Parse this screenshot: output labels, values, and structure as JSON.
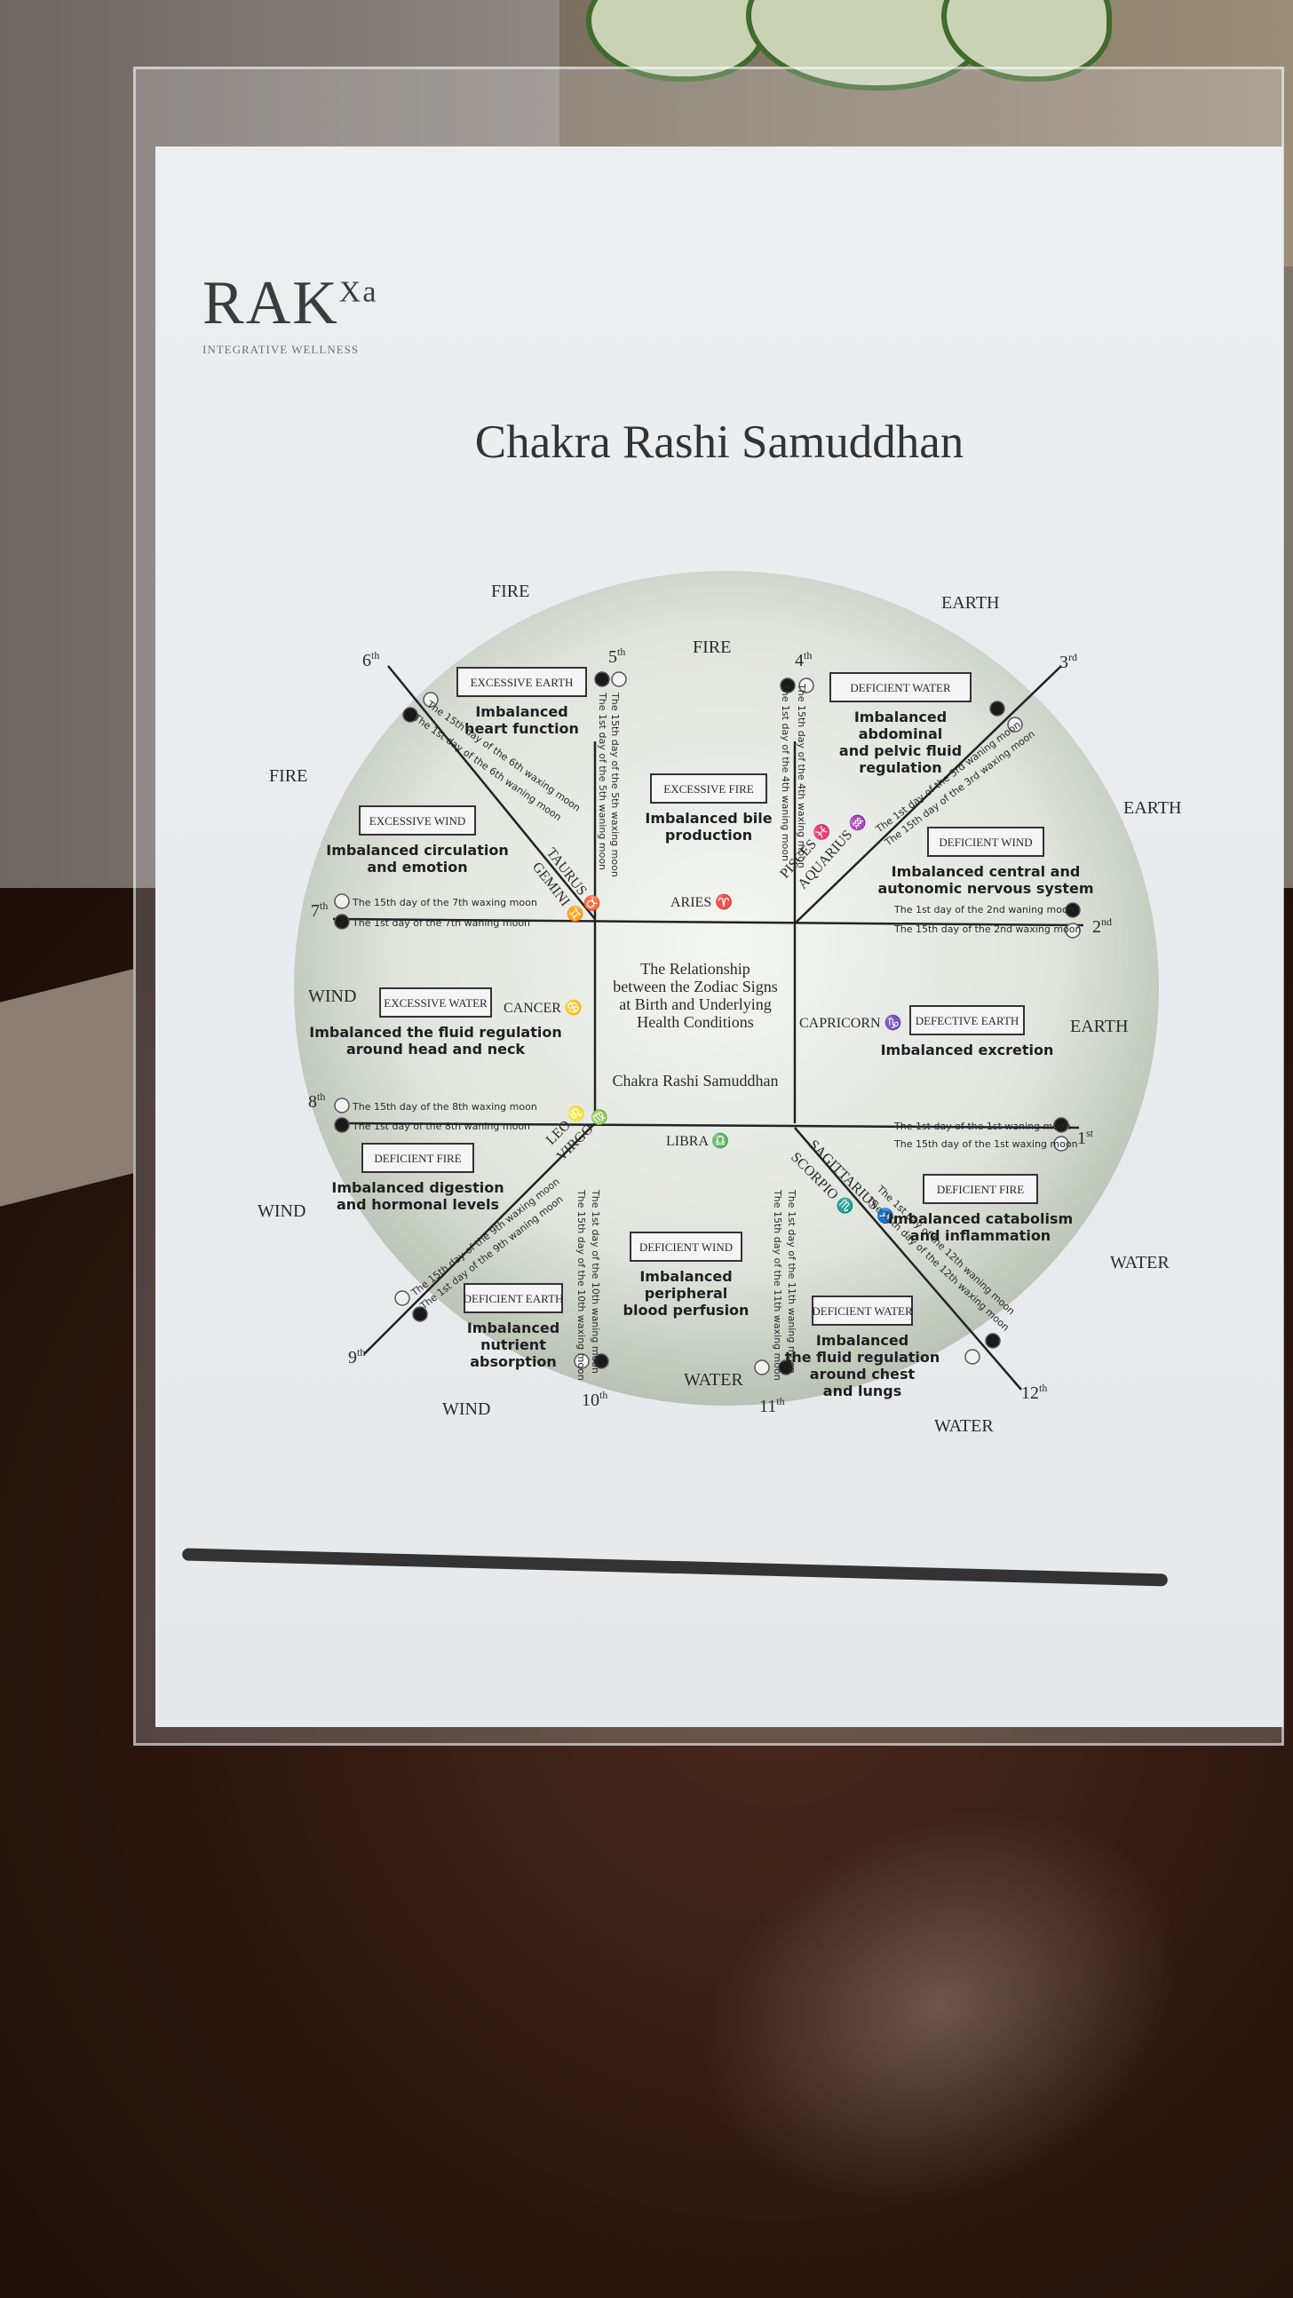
{
  "brand": {
    "name": "RAK",
    "superscript": "Xa",
    "tagline": "INTEGRATIVE WELLNESS"
  },
  "title": "Chakra Rashi Samuddhan",
  "center": {
    "lines": [
      "The Relationship",
      "between the Zodiac Signs",
      "at Birth and Underlying",
      "Health Conditions"
    ],
    "caption": "Chakra Rashi Samuddhan"
  },
  "elements_outer": [
    {
      "id": "fire-1",
      "label": "FIRE"
    },
    {
      "id": "earth-1",
      "label": "EARTH"
    },
    {
      "id": "fire-2",
      "label": "FIRE"
    },
    {
      "id": "earth-2",
      "label": "EARTH"
    },
    {
      "id": "wind-1",
      "label": "WIND"
    },
    {
      "id": "water-1",
      "label": "WATER"
    },
    {
      "id": "wind-2",
      "label": "WIND"
    },
    {
      "id": "water-2",
      "label": "WATER"
    }
  ],
  "elements_inner": [
    {
      "id": "fire-top",
      "label": "FIRE"
    },
    {
      "id": "wind-left",
      "label": "WIND"
    },
    {
      "id": "earth-right",
      "label": "EARTH"
    },
    {
      "id": "water-bottom",
      "label": "WATER"
    }
  ],
  "houses": [
    {
      "n": "1",
      "sup": "st"
    },
    {
      "n": "2",
      "sup": "nd"
    },
    {
      "n": "3",
      "sup": "rd"
    },
    {
      "n": "4",
      "sup": "th"
    },
    {
      "n": "5",
      "sup": "th"
    },
    {
      "n": "6",
      "sup": "th"
    },
    {
      "n": "7",
      "sup": "th"
    },
    {
      "n": "8",
      "sup": "th"
    },
    {
      "n": "9",
      "sup": "th"
    },
    {
      "n": "10",
      "sup": "th"
    },
    {
      "n": "11",
      "sup": "th"
    },
    {
      "n": "12",
      "sup": "th"
    }
  ],
  "signs": [
    {
      "id": "aries",
      "label": "ARIES ♈"
    },
    {
      "id": "libra",
      "label": "LIBRA ♎"
    },
    {
      "id": "cancer",
      "label": "CANCER ♋"
    },
    {
      "id": "capricorn",
      "label": "CAPRICORN ♑"
    },
    {
      "id": "taurus",
      "label": "TAURUS ♉"
    },
    {
      "id": "gemini",
      "label": "GEMINI ♊"
    },
    {
      "id": "pisces",
      "label": "PISCES ♓"
    },
    {
      "id": "aquarius",
      "label": "AQUARIUS ♒"
    },
    {
      "id": "leo",
      "label": "LEO ♌"
    },
    {
      "id": "virgo",
      "label": "VIRGO ♍"
    },
    {
      "id": "sagittarius",
      "label": "SAGITTARIUS ♐"
    },
    {
      "id": "scorpio",
      "label": "SCORPIO ♏"
    }
  ],
  "moons": {
    "m7a": "The 15th day of the 7th waxing moon",
    "m7b": "The 1st day of the 7th waning moon",
    "m8a": "The 15th day of the 8th waxing moon",
    "m8b": "The 1st day of the 8th waning moon",
    "m2a": "The 1st day of the 2nd waning moon",
    "m2b": "The 15th day of the 2nd waxing moon",
    "m1a": "The 1st day of the 1st waning moon",
    "m1b": "The 15th day of the 1st waxing moon",
    "m5a": "The 15th day of the 5th waxing moon",
    "m5b": "The 1st day of the 5th waning moon",
    "m4a": "The 1st day of the 4th waning moon",
    "m4b": "The 15th day of the 4th waxing moon",
    "m10a": "The 15th day of the 10th waxing moon",
    "m10b": "The 1st day of the 10th waning moon",
    "m11a": "The 15th day of the 11th waxing moon",
    "m11b": "The 1st day of the 11th waning moon",
    "m6a": "The 15th day of the 6th waxing moon",
    "m6b": "The 1st day of the 6th waning moon",
    "m3a": "The 1st day of the 3rd waning moon",
    "m3b": "The 15th day of the 3rd waxing moon",
    "m9a": "The 15th day of the 9th waxing moon",
    "m9b": "The 1st day of the 9th waning moon",
    "m12a": "The 1st day of the 12th waning moon",
    "m12b": "The 15th day of the 12th waxing moon"
  },
  "conditions": [
    {
      "id": "excessive-earth",
      "tag": "EXCESSIVE EARTH",
      "lines": [
        "Imbalanced",
        "heart function"
      ]
    },
    {
      "id": "excessive-fire",
      "tag": "EXCESSIVE FIRE",
      "lines": [
        "Imbalanced bile",
        "production"
      ]
    },
    {
      "id": "deficient-water-top",
      "tag": "DEFICIENT WATER",
      "lines": [
        "Imbalanced",
        "abdominal",
        "and pelvic fluid",
        "regulation"
      ]
    },
    {
      "id": "excessive-wind",
      "tag": "EXCESSIVE WIND",
      "lines": [
        "Imbalanced circulation",
        "and emotion"
      ]
    },
    {
      "id": "deficient-wind-right",
      "tag": "DEFICIENT WIND",
      "lines": [
        "Imbalanced central and",
        "autonomic nervous system"
      ]
    },
    {
      "id": "excessive-water",
      "tag": "EXCESSIVE WATER",
      "lines": [
        "Imbalanced the fluid regulation",
        "around head and neck"
      ]
    },
    {
      "id": "defective-earth",
      "tag": "DEFECTIVE EARTH",
      "lines": [
        "Imbalanced excretion"
      ]
    },
    {
      "id": "deficient-fire-left",
      "tag": "DEFICIENT FIRE",
      "lines": [
        "Imbalanced digestion",
        "and hormonal levels"
      ]
    },
    {
      "id": "deficient-fire-right",
      "tag": "DEFICIENT FIRE",
      "lines": [
        "Imbalanced catabolism",
        "and inflammation"
      ]
    },
    {
      "id": "deficient-wind-bottom",
      "tag": "DEFICIENT WIND",
      "lines": [
        "Imbalanced",
        "peripheral",
        "blood perfusion"
      ]
    },
    {
      "id": "deficient-earth",
      "tag": "DEFICIENT EARTH",
      "lines": [
        "Imbalanced",
        "nutrient",
        "absorption"
      ]
    },
    {
      "id": "deficient-water-bottom",
      "tag": "DEFICIENT WATER",
      "lines": [
        "Imbalanced",
        "the fluid regulation",
        "around chest",
        "and lungs"
      ]
    }
  ]
}
